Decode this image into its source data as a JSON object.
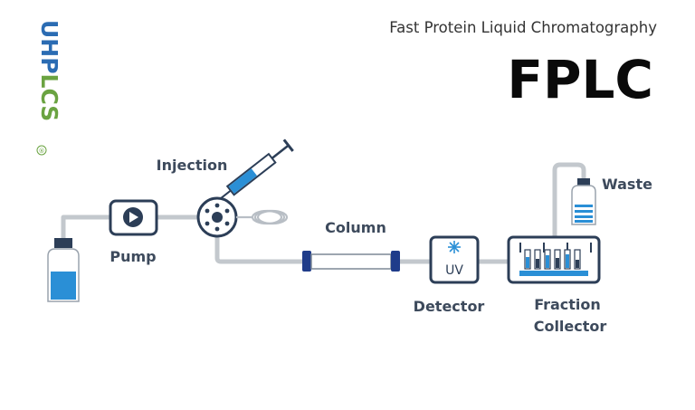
{
  "logo": {
    "text_blue": "UHP",
    "text_green": "LCS",
    "registered": "®",
    "color_blue": "#2b6cb3",
    "color_green": "#6aa341"
  },
  "header": {
    "subtitle": "Fast Protein Liquid Chromatography",
    "title": "FPLC"
  },
  "labels": {
    "injection": "Injection",
    "pump": "Pump",
    "column": "Column",
    "uv": "UV",
    "detector": "Detector",
    "fraction_line1": "Fraction",
    "fraction_line2": "Collector",
    "waste": "Waste"
  },
  "icons": [
    "solvent-bottle-icon",
    "pump-icon",
    "injection-valve-icon",
    "syringe-icon",
    "sample-loop-icon",
    "column-icon",
    "uv-detector-icon",
    "fraction-collector-icon",
    "waste-bottle-icon"
  ],
  "colors": {
    "tubing": "#c3c8cd",
    "navy": "#2c3e57",
    "fluid": "#2a8fd6",
    "label": "#3d4a5c"
  }
}
